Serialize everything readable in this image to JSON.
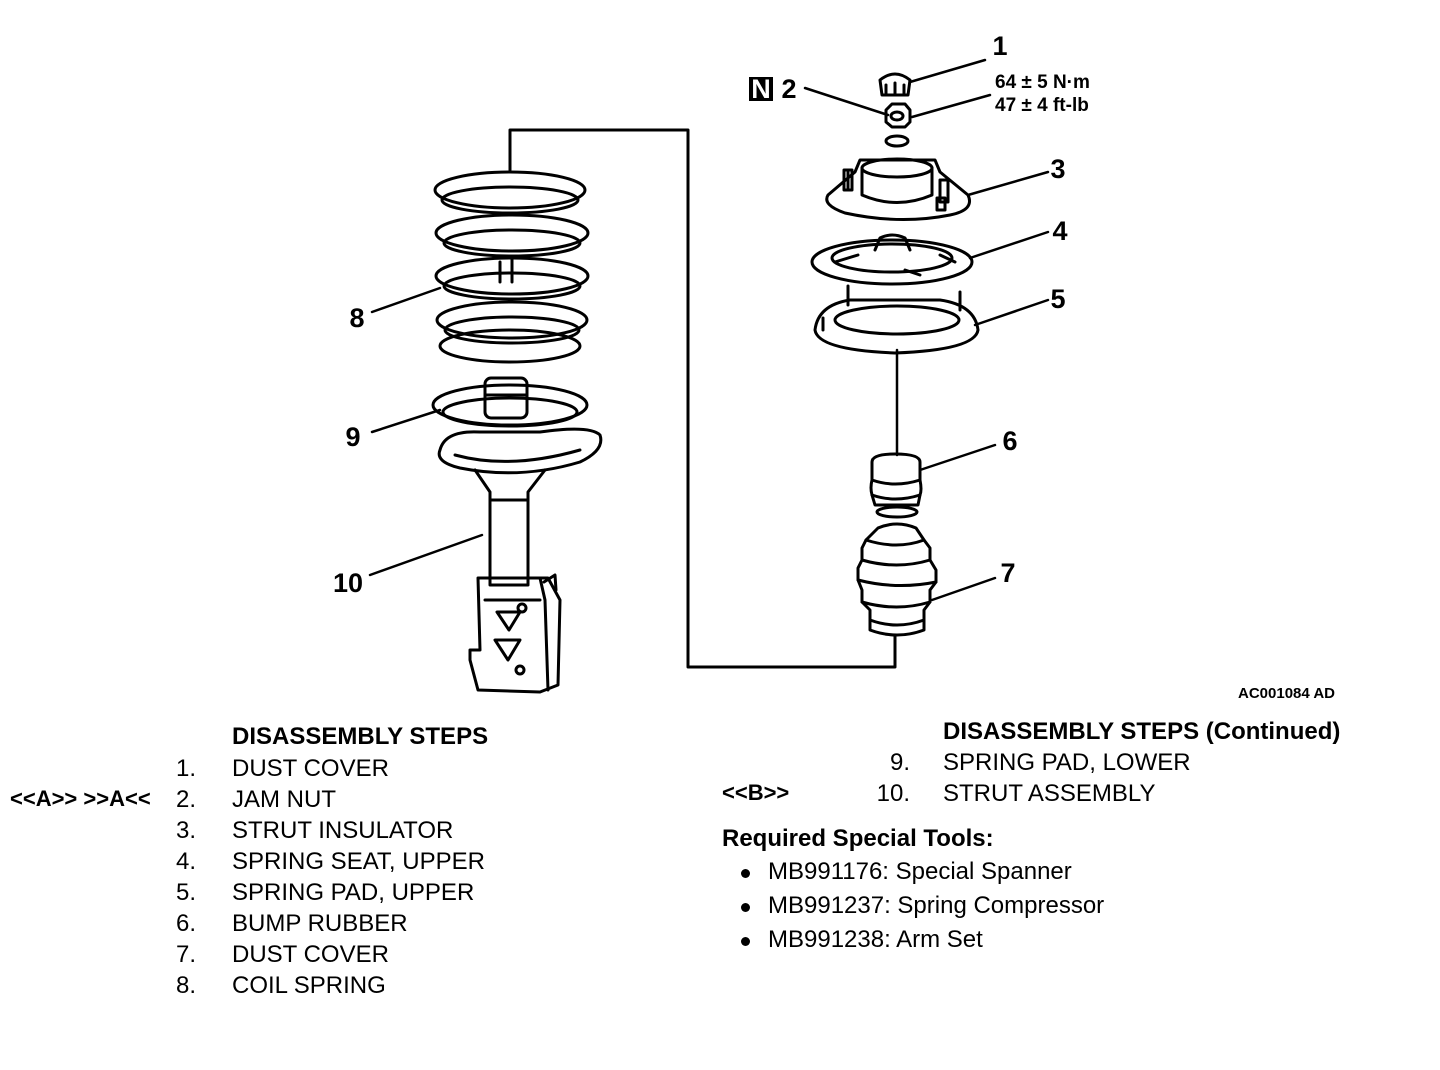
{
  "callouts": {
    "c1": "1",
    "c2": "2",
    "c3": "3",
    "c4": "4",
    "c5": "5",
    "c6": "6",
    "c7": "7",
    "c8": "8",
    "c9": "9",
    "c10": "10",
    "new_part_mark": "N"
  },
  "torque": {
    "metric": "64 ± 5 N·m",
    "imperial": "47 ± 4 ft-lb"
  },
  "figure_id": "AC001084 AD",
  "steps": {
    "title": "DISASSEMBLY STEPS",
    "ref_2": "<<A>> >>A<<",
    "items": [
      {
        "num": "1.",
        "label": "DUST COVER"
      },
      {
        "num": "2.",
        "label": "JAM NUT"
      },
      {
        "num": "3.",
        "label": "STRUT INSULATOR"
      },
      {
        "num": "4.",
        "label": "SPRING SEAT, UPPER"
      },
      {
        "num": "5.",
        "label": "SPRING PAD, UPPER"
      },
      {
        "num": "6.",
        "label": "BUMP RUBBER"
      },
      {
        "num": "7.",
        "label": "DUST COVER"
      },
      {
        "num": "8.",
        "label": "COIL SPRING"
      }
    ]
  },
  "steps_continued": {
    "title": "DISASSEMBLY STEPS (Continued)",
    "ref_10": "<<B>>",
    "items": [
      {
        "num": "9.",
        "label": "SPRING PAD, LOWER"
      },
      {
        "num": "10.",
        "label": "STRUT ASSEMBLY"
      }
    ]
  },
  "tools": {
    "title": "Required Special Tools:",
    "items": [
      "MB991176: Special Spanner",
      "MB991237: Spring Compressor",
      "MB991238: Arm Set"
    ]
  }
}
